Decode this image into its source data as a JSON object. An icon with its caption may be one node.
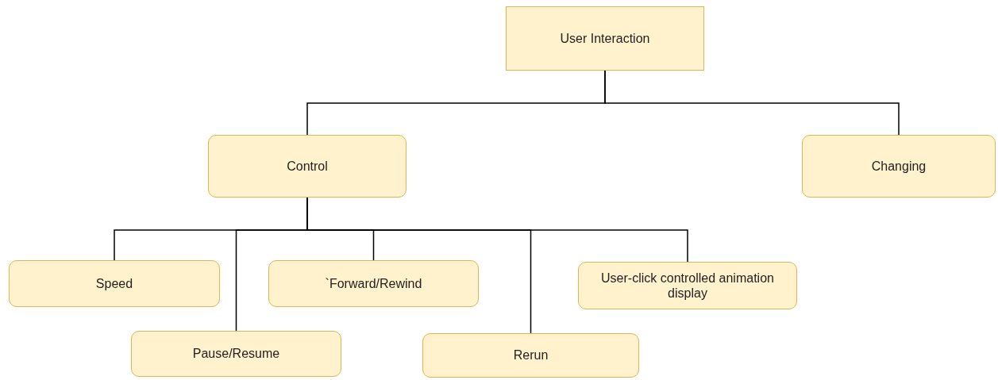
{
  "diagram": {
    "nodes": [
      {
        "text": [
          "User Interaction"
        ]
      },
      {
        "text": [
          "Control"
        ]
      },
      {
        "text": [
          "Changing"
        ]
      },
      {
        "text": [
          "Speed"
        ]
      },
      {
        "text": [
          "Pause/Resume"
        ]
      },
      {
        "text": [
          "`Forward/Rewind"
        ]
      },
      {
        "text": [
          "Rerun"
        ]
      },
      {
        "text": [
          "User-click controlled animation display"
        ]
      }
    ],
    "edges": [
      {
        "from": 0,
        "to": 1,
        "arrow": "none"
      },
      {
        "from": 0,
        "to": 2,
        "arrow": "none"
      },
      {
        "from": 1,
        "to": 3,
        "arrow": "none"
      },
      {
        "from": 1,
        "to": 4,
        "arrow": "none"
      },
      {
        "from": 1,
        "to": 5,
        "arrow": "none"
      },
      {
        "from": 1,
        "to": 6,
        "arrow": "none"
      },
      {
        "from": 1,
        "to": 7,
        "arrow": "none"
      }
    ]
  }
}
